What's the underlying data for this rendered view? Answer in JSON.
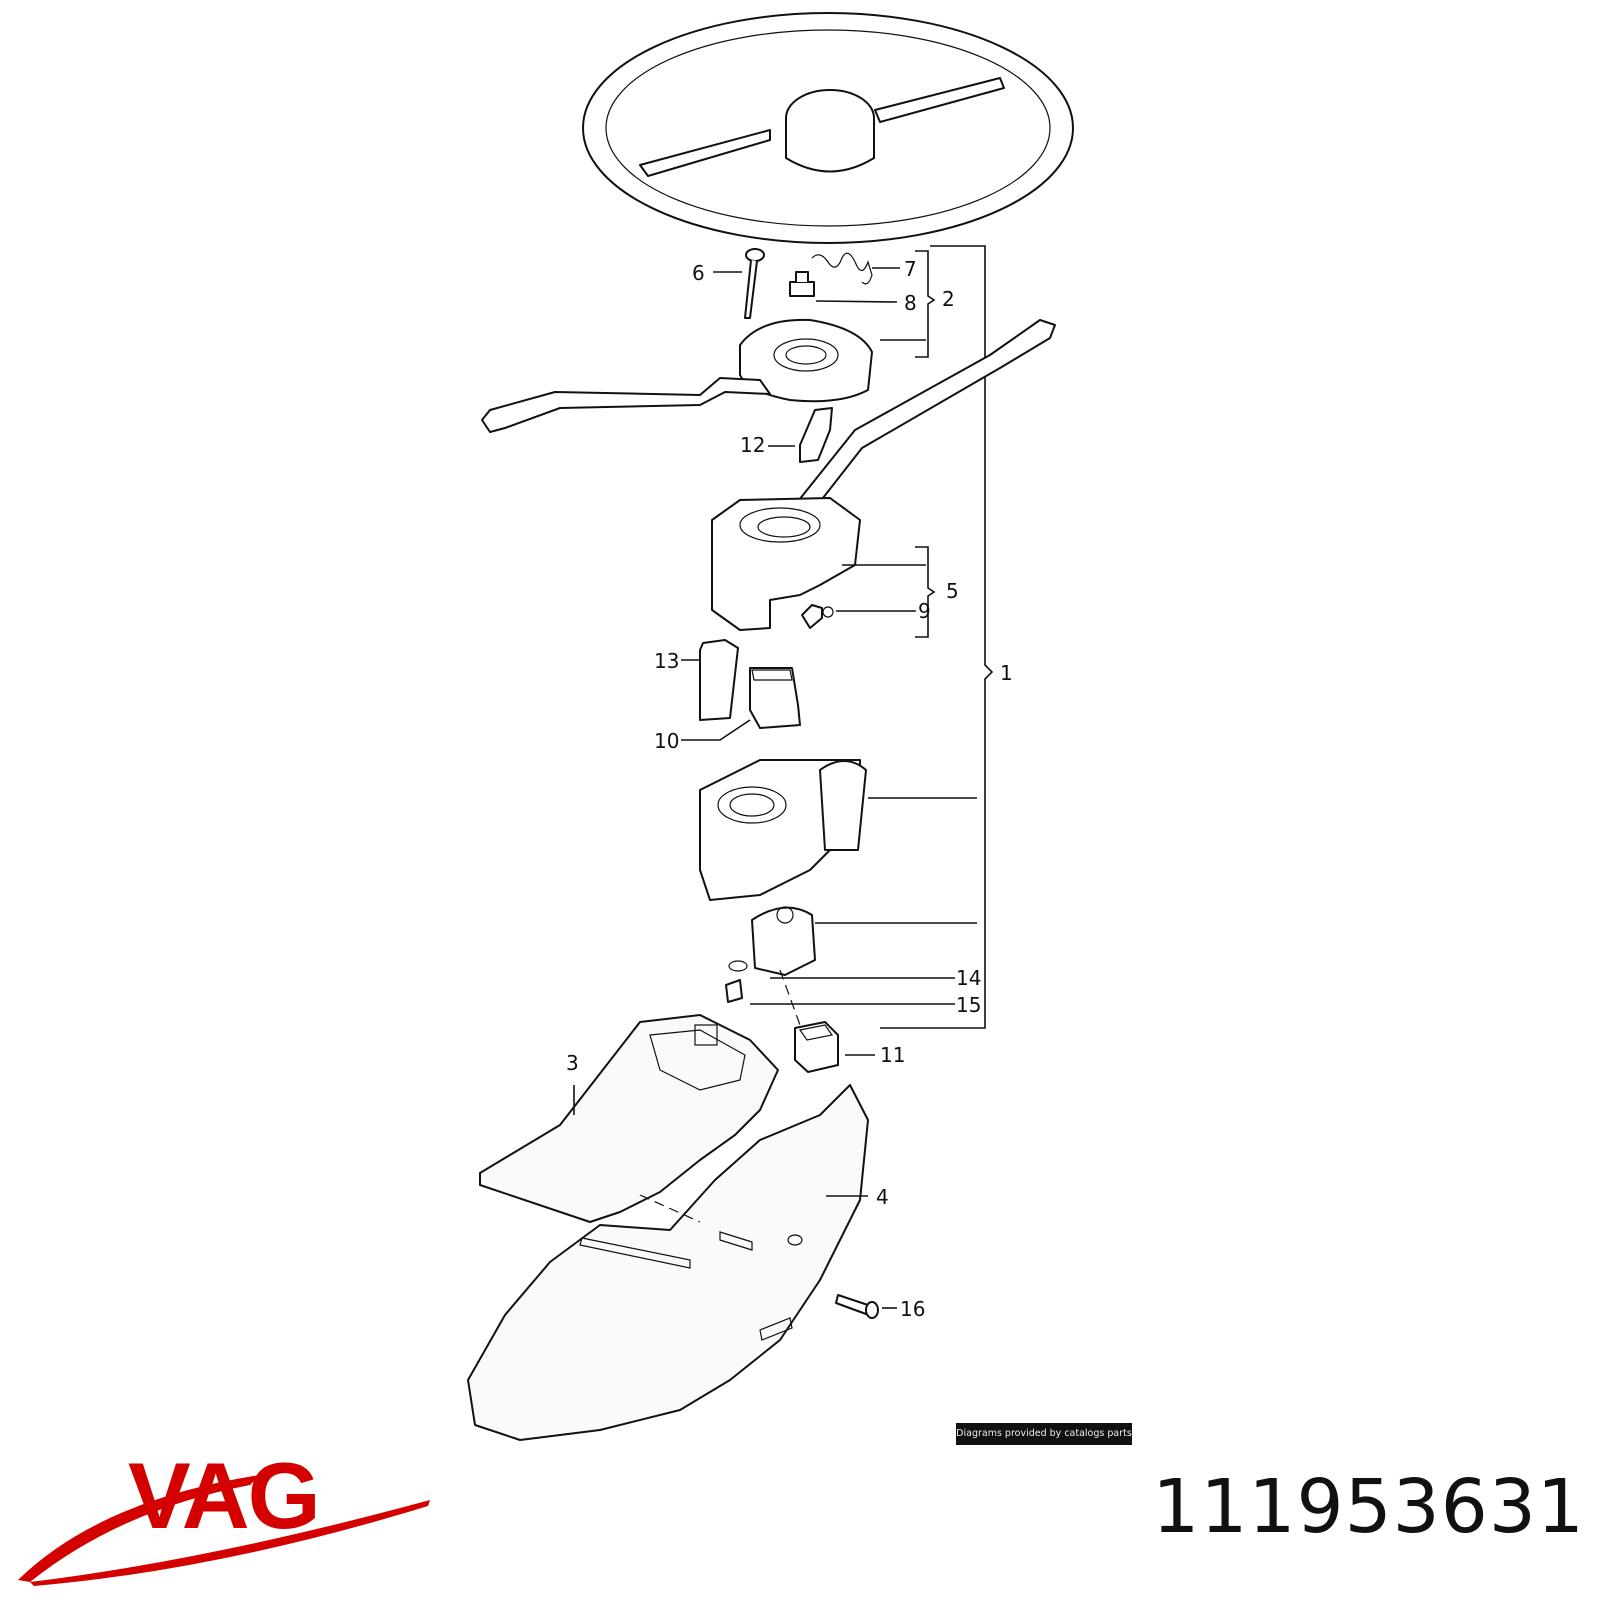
{
  "labels": {
    "l1": "1",
    "l2": "2",
    "l3": "3",
    "l4": "4",
    "l5": "5",
    "l6": "6",
    "l7": "7",
    "l8": "8",
    "l9": "9",
    "l10": "10",
    "l11": "11",
    "l12": "12",
    "l13": "13",
    "l14": "14",
    "l15": "15",
    "l16": "16"
  },
  "credit": "Diagrams provided by catalogs parts",
  "brand": {
    "name": "VAG",
    "color": "#d40000"
  },
  "part_number": "111953631"
}
